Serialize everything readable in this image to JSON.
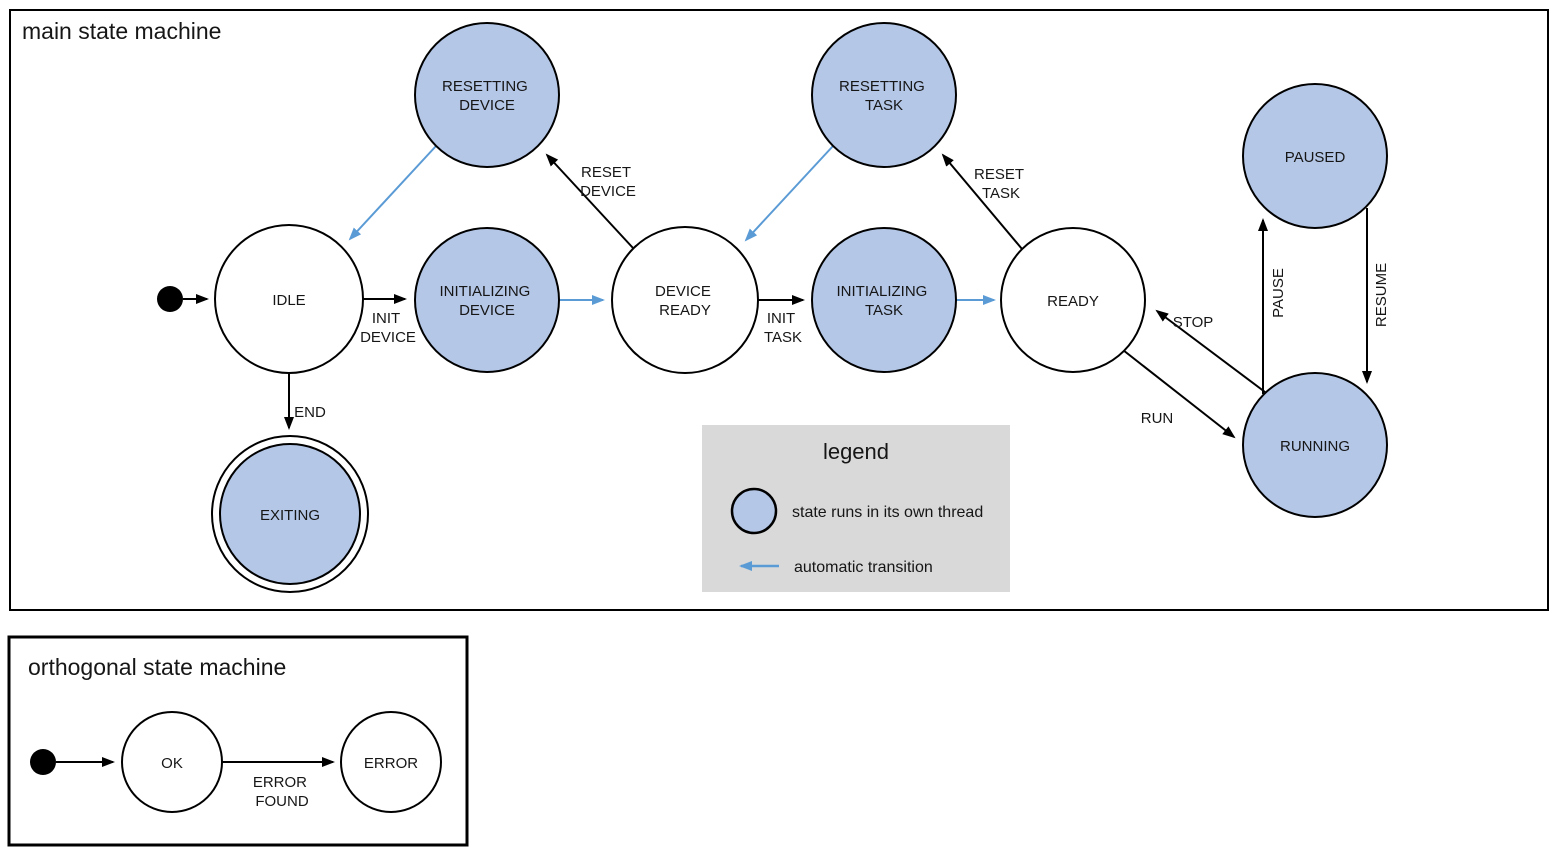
{
  "colors": {
    "threaded_state_fill": "#b4c7e7",
    "plain_state_fill": "#ffffff",
    "outline": "#000000",
    "auto_transition": "#5b9bd5",
    "legend_background": "#d9d9d9"
  },
  "main_machine": {
    "title": "main state machine",
    "states": {
      "idle": {
        "line1": "IDLE"
      },
      "resetting_device": {
        "line1": "RESETTING",
        "line2": "DEVICE"
      },
      "initializing_device": {
        "line1": "INITIALIZING",
        "line2": "DEVICE"
      },
      "device_ready": {
        "line1": "DEVICE",
        "line2": "READY"
      },
      "resetting_task": {
        "line1": "RESETTING",
        "line2": "TASK"
      },
      "initializing_task": {
        "line1": "INITIALIZING",
        "line2": "TASK"
      },
      "ready": {
        "line1": "READY"
      },
      "paused": {
        "line1": "PAUSED"
      },
      "running": {
        "line1": "RUNNING"
      },
      "exiting": {
        "line1": "EXITING"
      }
    },
    "transition_labels": {
      "init_device": {
        "line1": "INIT",
        "line2": "DEVICE"
      },
      "reset_device": {
        "line1": "RESET",
        "line2": "DEVICE"
      },
      "init_task": {
        "line1": "INIT",
        "line2": "TASK"
      },
      "reset_task": {
        "line1": "RESET",
        "line2": "TASK"
      },
      "end": "END",
      "run": "RUN",
      "stop": "STOP",
      "pause": "PAUSE",
      "resume": "RESUME"
    }
  },
  "legend": {
    "title": "legend",
    "threaded_state_label": "state runs in its own thread",
    "auto_transition_label": "automatic transition"
  },
  "orthogonal_machine": {
    "title": "orthogonal state machine",
    "states": {
      "ok": {
        "line1": "OK"
      },
      "error": {
        "line1": "ERROR"
      }
    },
    "transition_labels": {
      "error_found": {
        "line1": "ERROR",
        "line2": "FOUND"
      }
    }
  }
}
